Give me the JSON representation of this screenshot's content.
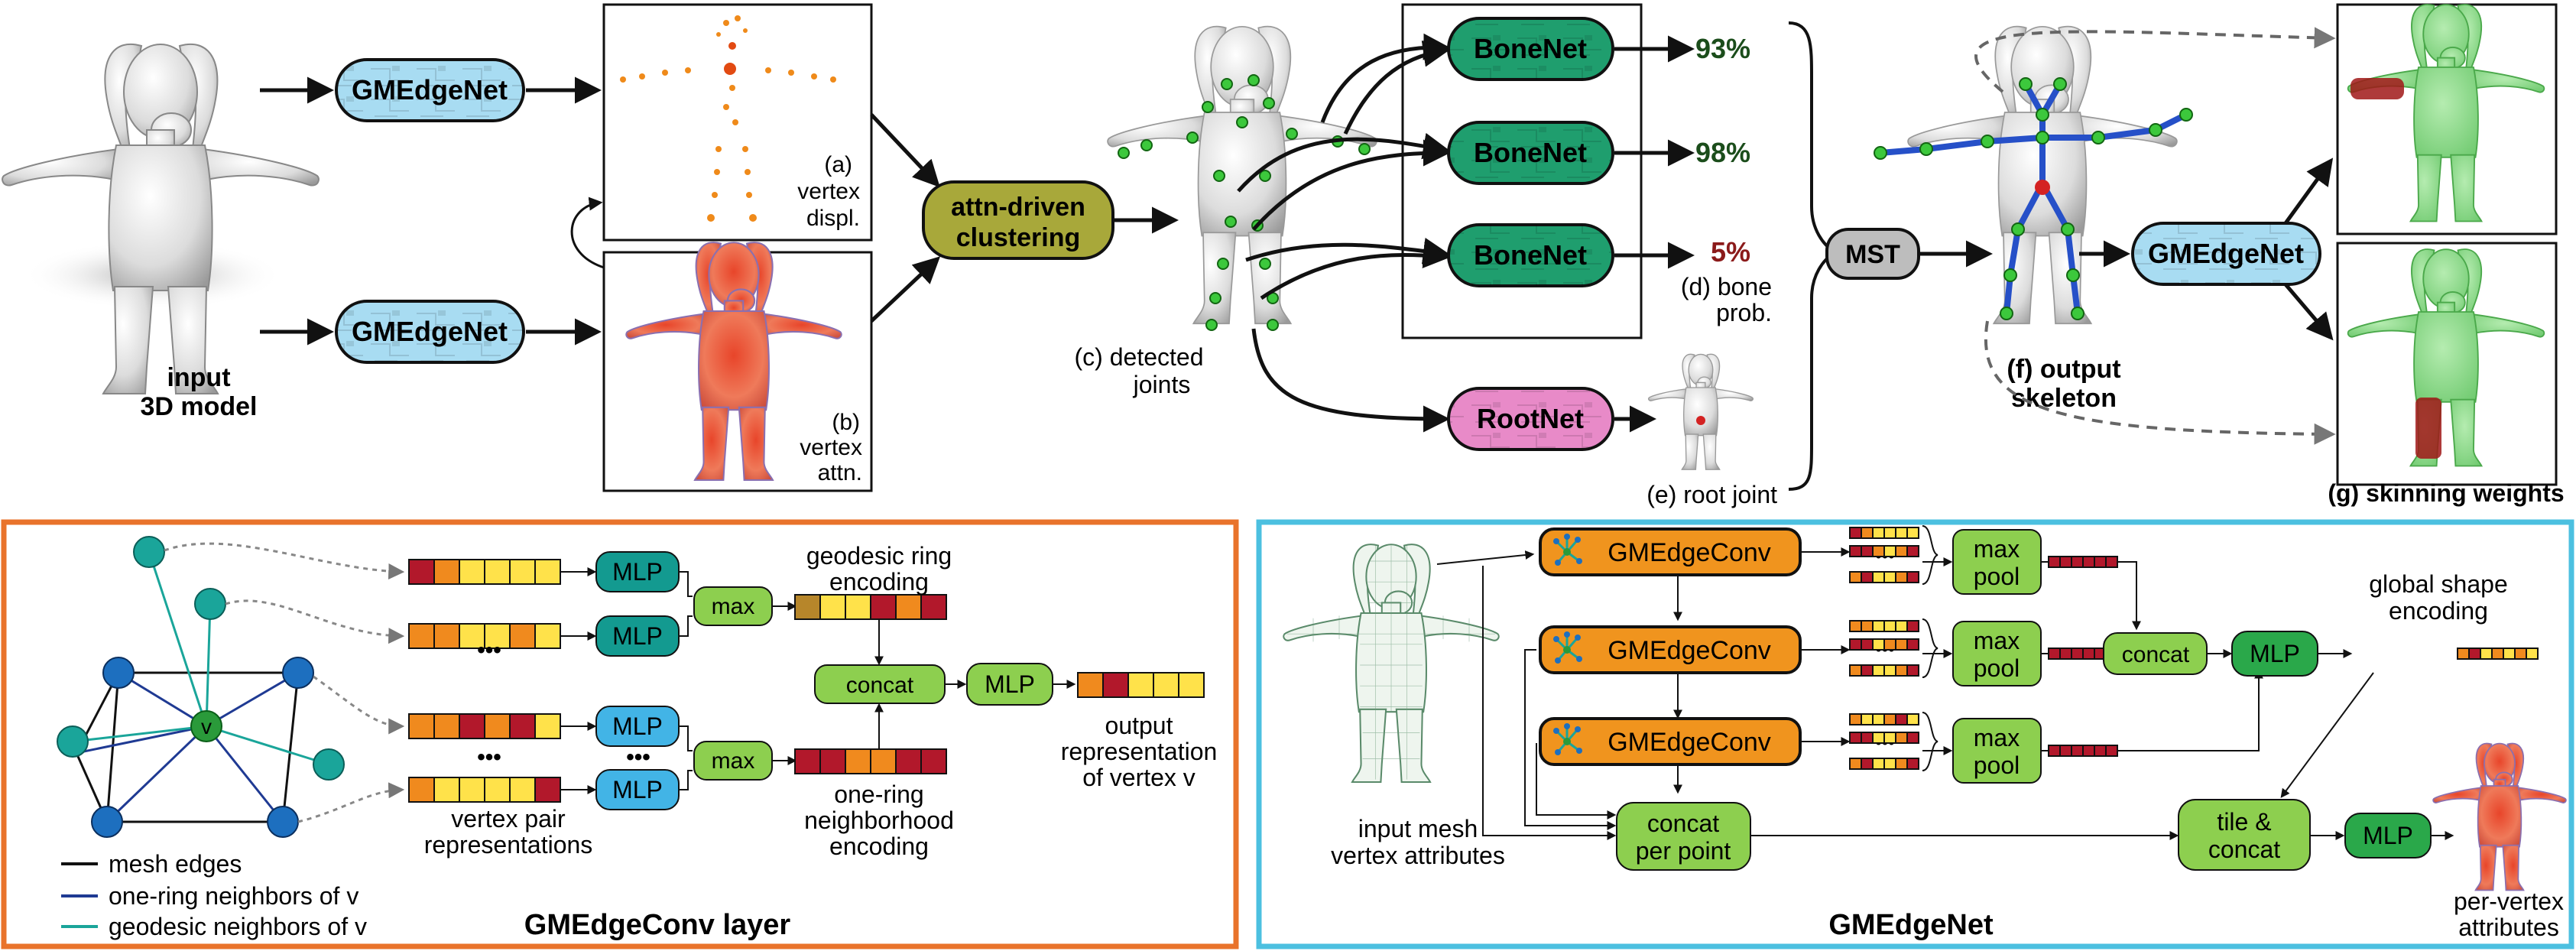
{
  "pipeline": {
    "input_label_line1": "input",
    "input_label_line2": "3D model",
    "gmedgenet_label": "GMEdgeNet",
    "panel_a": [
      "(a)",
      "vertex",
      "displ."
    ],
    "panel_b": [
      "(b)",
      "vertex",
      "attn."
    ],
    "clustering_line1": "attn-driven",
    "clustering_line2": "clustering",
    "detected_joints": [
      "(c) detected",
      "joints"
    ],
    "bonenet_label": "BoneNet",
    "bone_probs": [
      "93%",
      "98%",
      "5%"
    ],
    "bone_prob_label": [
      "(d) bone",
      "prob."
    ],
    "rootnet_label": "RootNet",
    "root_joint_label": "(e) root joint",
    "mst_label": "MST",
    "output_skeleton": [
      "(f) output",
      "skeleton"
    ],
    "skinning_label": "(g) skinning weights"
  },
  "conv_layer_panel": {
    "title": "GMEdgeConv layer",
    "vertex_label": "v",
    "mlp_label": "MLP",
    "max_label": "max",
    "concat_label": "concat",
    "ellipsis": "•••",
    "geodesic_ring": [
      "geodesic ring",
      "encoding"
    ],
    "vertex_pair": [
      "vertex pair",
      "representations"
    ],
    "one_ring": [
      "one-ring",
      "neighborhood",
      "encoding"
    ],
    "output_repr": [
      "output",
      "representation",
      "of vertex v"
    ],
    "legend": [
      {
        "label": "mesh edges",
        "color": "#111111"
      },
      {
        "label": "one-ring neighbors of v",
        "color": "#1f3a93"
      },
      {
        "label": "geodesic neighbors of v",
        "color": "#1aa59a"
      }
    ]
  },
  "net_panel": {
    "title": "GMEdgeNet",
    "input_label": [
      "input mesh",
      "vertex attributes"
    ],
    "gmedgeconv_label": "GMEdgeConv",
    "maxpool_label": [
      "max",
      "pool"
    ],
    "concat_label": "concat",
    "mlp_label": "MLP",
    "global_shape": [
      "global shape",
      "encoding"
    ],
    "concat_per_point": [
      "concat",
      "per point"
    ],
    "tile_concat": [
      "tile &",
      "concat"
    ],
    "per_vertex": [
      "per-vertex",
      "attributes"
    ],
    "ellipsis": "•••"
  },
  "colors": {
    "gmedgenet_fill": "#a8dcf2",
    "clustering_fill": "#a8a83a",
    "bonenet_fill": "#1f9e6e",
    "rootnet_fill": "#e88ac8",
    "mst_fill": "#bdbdbd",
    "mlp_teal": "#139a90",
    "mlp_blue": "#42b4e6",
    "light_green": "#8dcf4f",
    "gmedgeconv_fill": "#f0941e",
    "left_panel_border": "#e9732b",
    "right_panel_border": "#4cc0e0",
    "prob_high": "#1b4d1b",
    "prob_low": "#8b1a1a"
  },
  "figures": {
    "character": "cartoon-dog-character",
    "mesh": "wireframe-mesh"
  }
}
